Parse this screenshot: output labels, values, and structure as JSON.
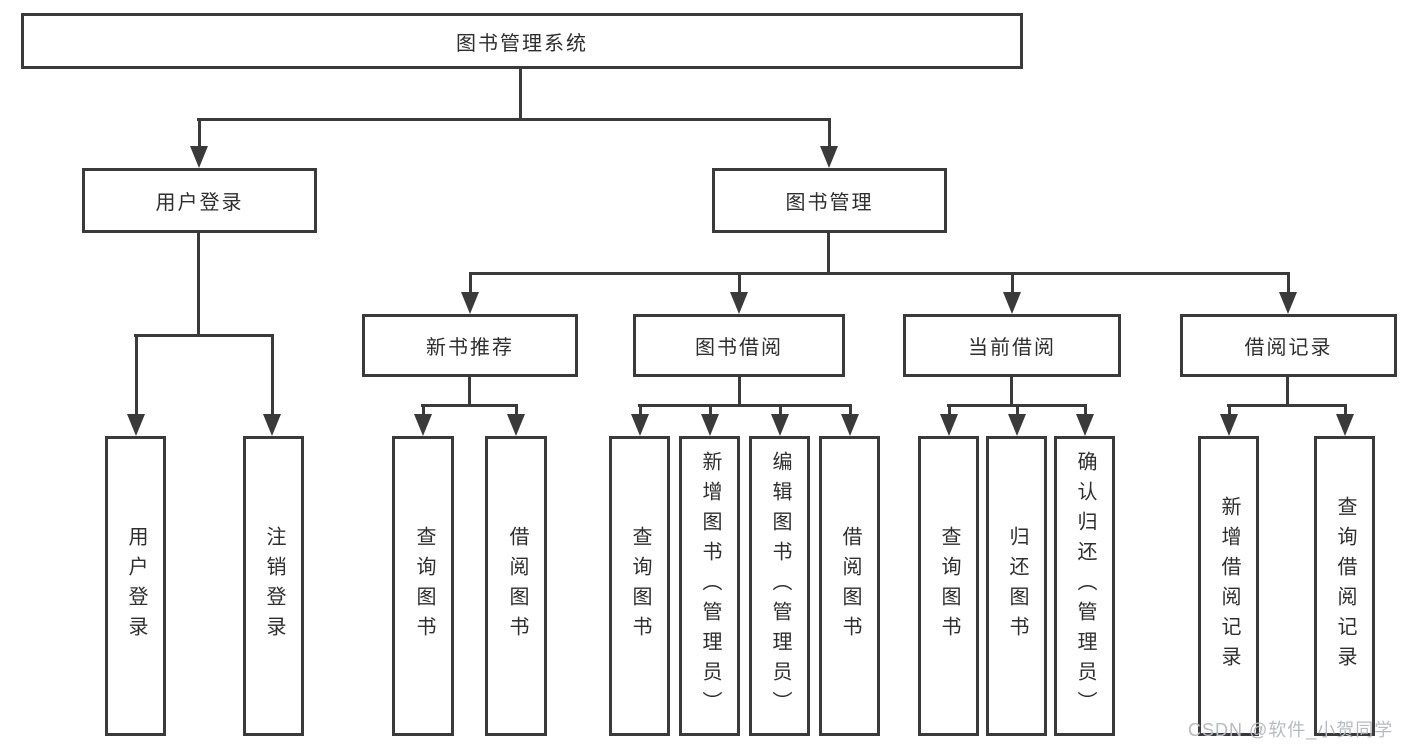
{
  "diagram": {
    "root": {
      "label": "图书管理系统"
    },
    "user_login": {
      "label": "用户登录",
      "children": [
        {
          "label": "用户登录"
        },
        {
          "label": "注销登录"
        }
      ]
    },
    "book_mgmt": {
      "label": "图书管理",
      "children": [
        {
          "label": "新书推荐",
          "children": [
            {
              "label": "查询图书"
            },
            {
              "label": "借阅图书"
            }
          ]
        },
        {
          "label": "图书借阅",
          "children": [
            {
              "label": "查询图书"
            },
            {
              "label": "新增图书（管理员）"
            },
            {
              "label": "编辑图书（管理员）"
            },
            {
              "label": "借阅图书"
            }
          ]
        },
        {
          "label": "当前借阅",
          "children": [
            {
              "label": "查询图书"
            },
            {
              "label": "归还图书"
            },
            {
              "label": "确认归还（管理员）"
            }
          ]
        },
        {
          "label": "借阅记录",
          "children": [
            {
              "label": "新增借阅记录"
            },
            {
              "label": "查询借阅记录"
            }
          ]
        }
      ]
    }
  },
  "watermark": {
    "text": "CSDN @软件_小贺同学"
  },
  "colors": {
    "line": "#3a3a3a",
    "text": "#2e2e2e",
    "background": "#ffffff",
    "watermark": "#b7bbc1"
  }
}
